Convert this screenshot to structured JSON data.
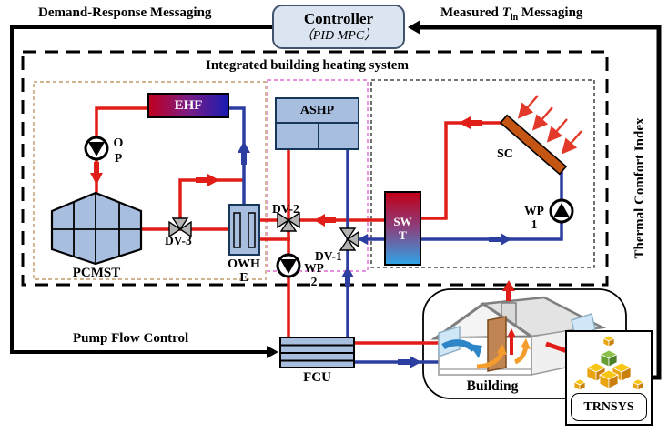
{
  "header": {
    "demand_response_label": "Demand-Response Messaging",
    "measured_prefix": "Measured ",
    "measured_symbol": "T",
    "measured_subscript": "in",
    "measured_suffix": " Messaging",
    "controller_title": "Controller",
    "controller_subtitle": "（PID MPC）"
  },
  "system": {
    "title": "Integrated building heating system",
    "right_axis_label": "Thermal Comfort Index",
    "pump_flow_label": "Pump Flow Control"
  },
  "components": {
    "ehf": "EHF",
    "ashp": "ASHP",
    "op_line1": "O",
    "op_line2": "P",
    "pcmst": "PCMST",
    "dv3": "DV-3",
    "owhe_line1": "OWH",
    "owhe_line2": "E",
    "dv2": "DV-2",
    "wp2_line1": "WP",
    "wp2_line2": "2",
    "dv1": "DV-1",
    "swt_line1": "SW",
    "swt_line2": "T",
    "sc": "SC",
    "wp1_line1": "WP",
    "wp1_line2": "1",
    "fcu": "FCU",
    "building": "Building",
    "trnsys": "TRNSYS"
  },
  "colors": {
    "hot_pipe": "#e11d17",
    "cold_pipe": "#2c3e9f",
    "signal_line": "#000000",
    "component_fill": "#a7bedf",
    "component_border": "#16365c",
    "controller_fill": "#dbe5f1",
    "valve_fill": "#b3b3b3",
    "solar_collector_fill": "#c55513",
    "pcmst_boundary_dash": "#c49a6c",
    "ashp_boundary_dash": "#de6ad2",
    "solar_boundary_dash": "#222222"
  },
  "icons": {
    "pump-icon": "circle with rotor triangle",
    "three-way-valve-icon": "gray bowtie triangles",
    "flow-arrow-icon": "thick pipe arrow",
    "solar-radiation-icon": "diagonal red arrows",
    "house-icon": "cutaway house illustration",
    "trnsys-logo-icon": "isometric stacked cubes"
  }
}
